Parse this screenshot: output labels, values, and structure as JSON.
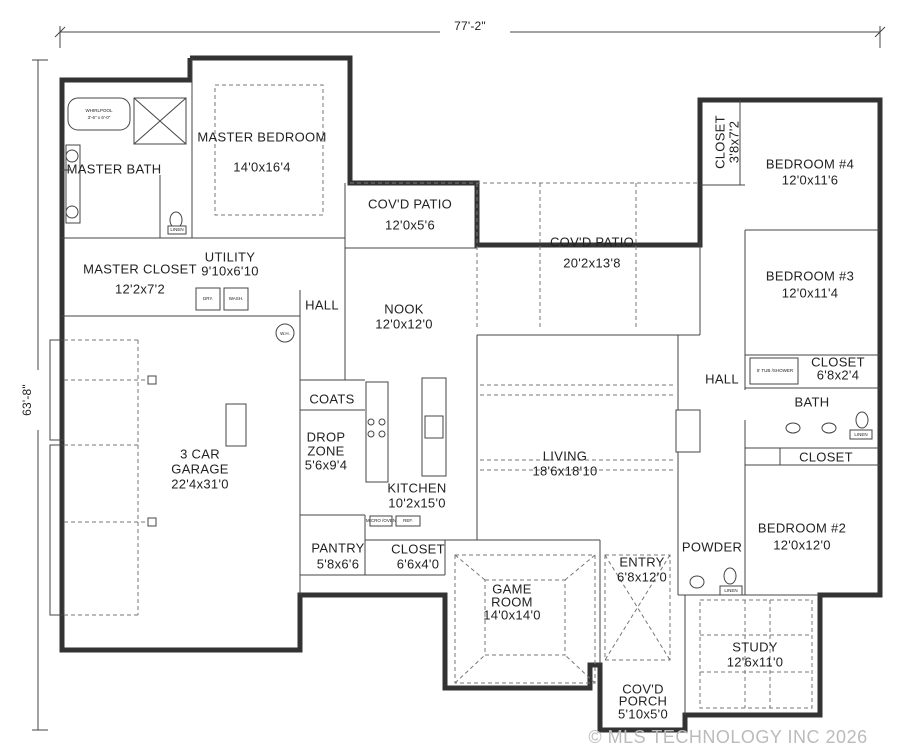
{
  "overall": {
    "width_dim": "77'-2\"",
    "depth_dim": "63'-8\""
  },
  "rooms": {
    "master_bedroom": {
      "name": "MASTER BEDROOM",
      "dims": "14'0x16'4"
    },
    "master_bath": {
      "name": "MASTER BATH"
    },
    "master_closet": {
      "name": "MASTER CLOSET",
      "dims": "12'2x7'2"
    },
    "utility": {
      "name": "UTILITY",
      "dims": "9'10x6'10"
    },
    "hall_left": {
      "name": "HALL"
    },
    "covd_patio_small": {
      "name": "COV'D PATIO",
      "dims": "12'0x5'6"
    },
    "covd_patio_large": {
      "name": "COV'D PATIO",
      "dims": "20'2x13'8"
    },
    "nook": {
      "name": "NOOK",
      "dims": "12'0x12'0"
    },
    "closet_bed4": {
      "name": "CLOSET",
      "dims": "3'8x7'2"
    },
    "bedroom4": {
      "name": "BEDROOM #4",
      "dims": "12'0x11'6"
    },
    "bedroom3": {
      "name": "BEDROOM #3",
      "dims": "12'0x11'4"
    },
    "closet_bed3": {
      "name": "CLOSET",
      "dims": "6'8x2'4"
    },
    "hall_right": {
      "name": "HALL"
    },
    "bath": {
      "name": "BATH"
    },
    "closet_bath": {
      "name": "CLOSET"
    },
    "garage": {
      "name": "3 CAR GARAGE",
      "dims": "22'4x31'0"
    },
    "coats": {
      "name": "COATS"
    },
    "drop_zone": {
      "name": "DROP ZONE",
      "dims": "5'6x9'4"
    },
    "kitchen": {
      "name": "KITCHEN",
      "dims": "10'2x15'0"
    },
    "living": {
      "name": "LIVING",
      "dims": "18'6x18'10"
    },
    "bedroom2": {
      "name": "BEDROOM #2",
      "dims": "12'0x12'0"
    },
    "pantry": {
      "name": "PANTRY",
      "dims": "5'8x6'6"
    },
    "closet_kitchen": {
      "name": "CLOSET",
      "dims": "6'6x4'0"
    },
    "game_room": {
      "name": "GAME ROOM",
      "dims": "14'0x14'0"
    },
    "entry": {
      "name": "ENTRY",
      "dims": "6'8x12'0"
    },
    "powder": {
      "name": "POWDER"
    },
    "study": {
      "name": "STUDY",
      "dims": "12'6x11'0"
    },
    "covd_porch": {
      "name": "COV'D PORCH",
      "dims": "5'10x5'0"
    }
  },
  "fixtures": {
    "whirlpool": "WHIRLPOOL",
    "whirlpool_size": "3'-6\" x 6'-0\"",
    "tub_shower": "5' TUB /SHOWER",
    "linen": "LINEN",
    "dryer": "DRY.",
    "washer": "WASH.",
    "water_heater": "W.H.",
    "ref": "REF.",
    "micro_oven": "MICRO /OVEN"
  },
  "watermark": "© MLS TECHNOLOGY INC 2026",
  "colors": {
    "wall": "#333333",
    "line": "#444444",
    "watermark": "#bbbbbb"
  }
}
